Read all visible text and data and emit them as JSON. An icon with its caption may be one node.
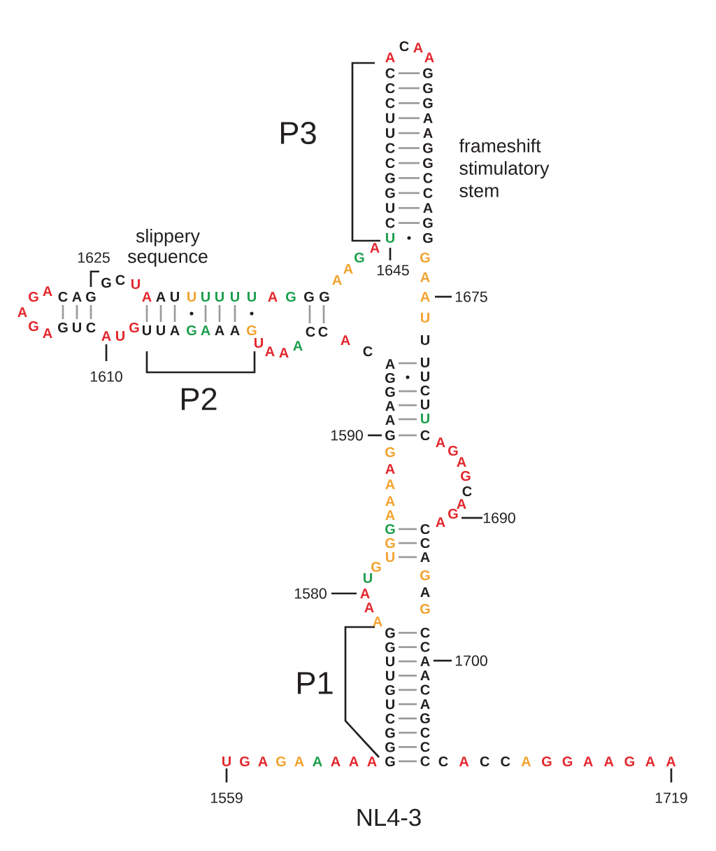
{
  "diagram": {
    "caption": "NL4-3",
    "labels": [
      "P3",
      "frameshift stimulatory stem",
      "1625",
      "slippery sequence",
      "1645",
      "1675",
      "1610",
      "P2",
      "1590",
      "1690",
      "1580",
      "1700",
      "P1",
      "1559",
      "1719",
      "U",
      "G",
      "A",
      "G",
      "A",
      "A",
      "A",
      "A",
      "A",
      "G",
      "G",
      "G",
      "C",
      "U",
      "G",
      "U",
      "U",
      "G",
      "G",
      "A",
      "A",
      "A",
      "U",
      "G",
      "U",
      "G",
      "G",
      "A",
      "A",
      "A",
      "A",
      "G",
      "G",
      "A",
      "A",
      "G",
      "G",
      "A",
      "C",
      "A",
      "C",
      "C",
      "A",
      "A",
      "A",
      "U",
      "G",
      "A",
      "A",
      "A",
      "G",
      "A",
      "U",
      "U",
      "G",
      "U",
      "A",
      "C",
      "U",
      "G",
      "A",
      "G",
      "A",
      "G",
      "A",
      "C",
      "A",
      "G",
      "G",
      "C",
      "U",
      "A",
      "A",
      "U",
      "U",
      "U",
      "U",
      "U",
      "U",
      "A",
      "G",
      "G",
      "G",
      "A",
      "A",
      "G",
      "A",
      "U",
      "C",
      "U",
      "G",
      "G",
      "C",
      "C",
      "U",
      "U",
      "C",
      "C",
      "C",
      "A",
      "C",
      "A",
      "A",
      "G",
      "G",
      "G",
      "A",
      "A",
      "G",
      "G",
      "C",
      "C",
      "A",
      "G",
      "G",
      "G",
      "A",
      "A",
      "U",
      "U",
      "U",
      "U",
      "C",
      "U",
      "U",
      "C",
      "A",
      "G",
      "A",
      "G",
      "C",
      "A",
      "G",
      "A",
      "C",
      "C",
      "A",
      "G",
      "A",
      "G",
      "C",
      "C",
      "A",
      "A",
      "C",
      "A",
      "G",
      "C",
      "C",
      "C",
      "C",
      "A",
      "C",
      "C",
      "A",
      "G",
      "G",
      "A",
      "A",
      "G",
      "A",
      "A"
    ]
  }
}
